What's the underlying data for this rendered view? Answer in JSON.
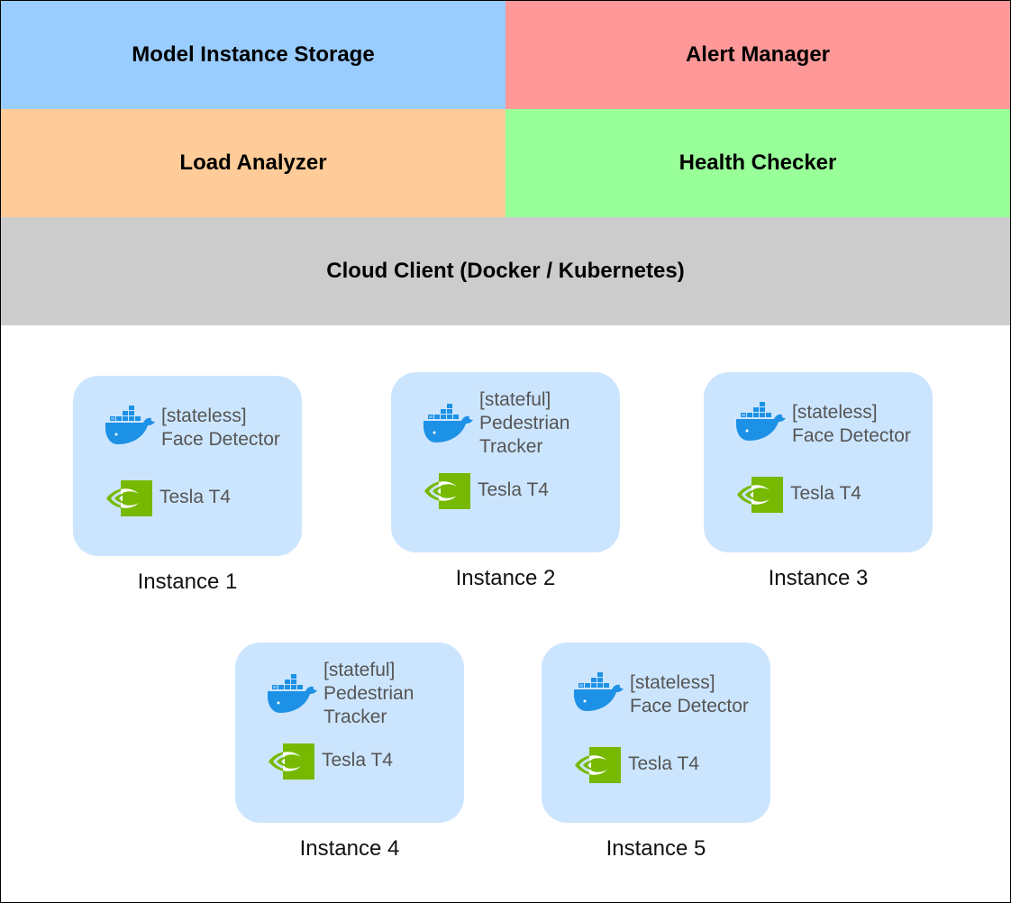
{
  "layers": {
    "model_instance_storage": "Model Instance Storage",
    "alert_manager": "Alert Manager",
    "load_analyzer": "Load Analyzer",
    "health_checker": "Health Checker",
    "cloud_client": "Cloud Client (Docker / Kubernetes)"
  },
  "colors": {
    "model_instance_storage": "#99ccff",
    "alert_manager": "#ff9999",
    "load_analyzer": "#ffcc99",
    "health_checker": "#99ff99",
    "cloud_client": "#cccccc",
    "instance_card": "#cce5ff",
    "docker_blue": "#1d91e6",
    "nvidia_green": "#76b900"
  },
  "instances": [
    {
      "label": "Instance 1",
      "mode": "[stateless]",
      "model_lines": [
        "Face Detector"
      ],
      "gpu": "Tesla T4"
    },
    {
      "label": "Instance 2",
      "mode": "[stateful]",
      "model_lines": [
        "Pedestrian",
        "Tracker"
      ],
      "gpu": "Tesla T4"
    },
    {
      "label": "Instance 3",
      "mode": "[stateless]",
      "model_lines": [
        "Face Detector"
      ],
      "gpu": "Tesla T4"
    },
    {
      "label": "Instance 4",
      "mode": "[stateful]",
      "model_lines": [
        "Pedestrian",
        "Tracker"
      ],
      "gpu": "Tesla T4"
    },
    {
      "label": "Instance 5",
      "mode": "[stateless]",
      "model_lines": [
        "Face Detector"
      ],
      "gpu": "Tesla T4"
    }
  ],
  "icons": {
    "container": "docker-whale-icon",
    "gpu": "nvidia-logo-icon"
  }
}
